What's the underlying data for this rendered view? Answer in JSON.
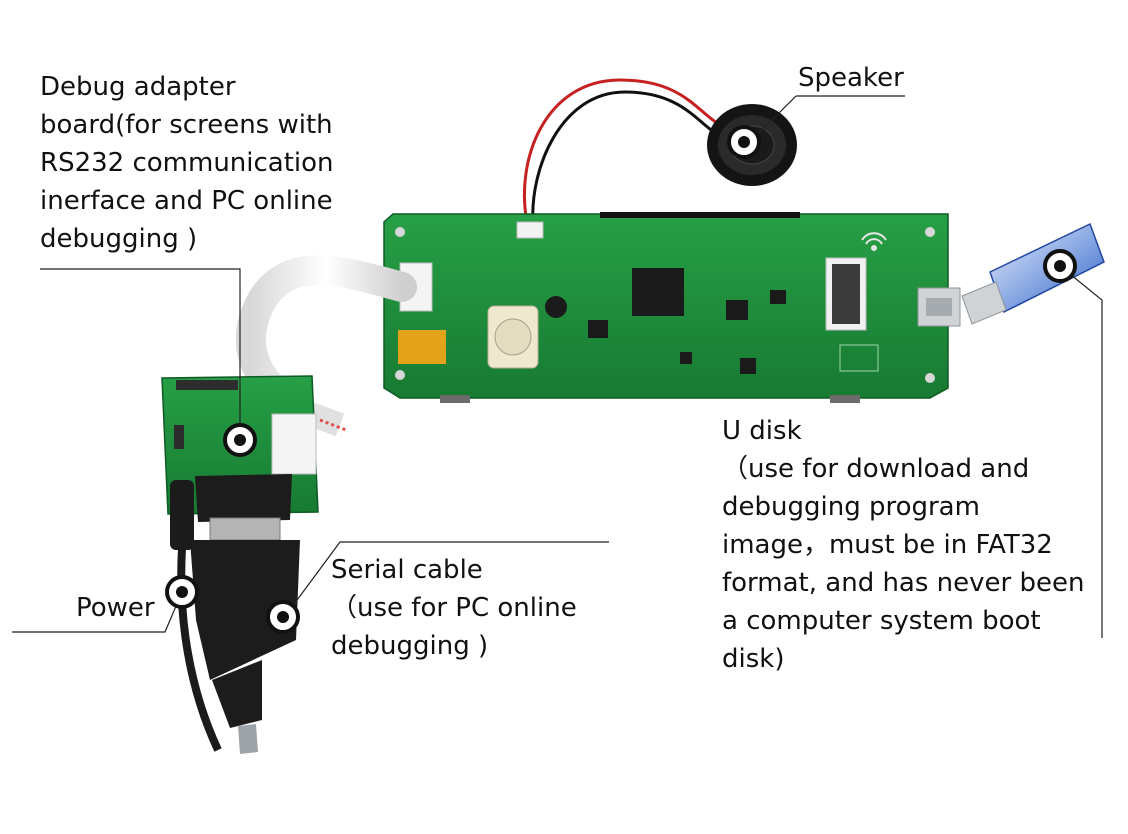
{
  "callouts": {
    "debug_adapter": "Debug adapter\nboard(for screens with\nRS232 communication\ninerface and PC online\ndebugging )",
    "speaker": "Speaker",
    "u_disk": "U disk\n（use for download and\ndebugging program\nimage，must be in FAT32\nformat, and has never been\na computer system boot\ndisk)",
    "serial_cable": "Serial cable\n（use for PC online\ndebugging )",
    "power": "Power"
  },
  "colors": {
    "pcb_green": "#1f8a3a",
    "pcb_dark": "#156b2c",
    "chip": "#1a1a1a",
    "connector_white": "#f2f2f2",
    "usb_blue": "#2f64c8",
    "serial_black": "#1c1c1c",
    "leader_line": "#222222"
  },
  "icons": {
    "marker": "target-dot-icon",
    "wifi": "wifi-icon"
  }
}
